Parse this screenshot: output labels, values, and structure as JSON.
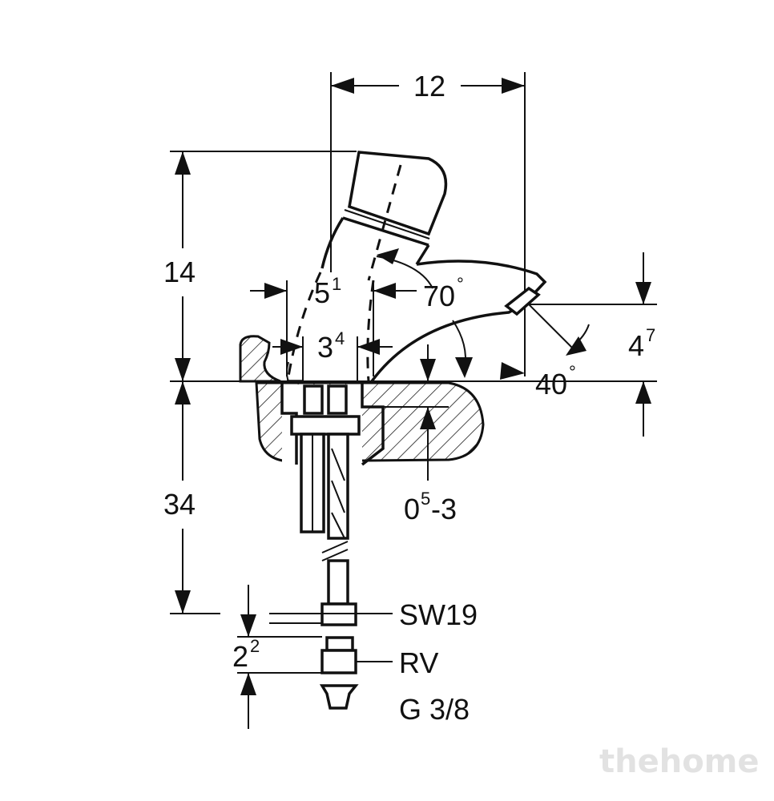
{
  "dimensions": {
    "width_top": "12",
    "height_upper": "14",
    "height_lower": "34",
    "spout_outer_main": "5",
    "spout_outer_sup": "1",
    "spout_inner_main": "3",
    "spout_inner_sup": "4",
    "angle_upper": "70",
    "angle_lower": "40",
    "right_height_main": "4",
    "right_height_sup": "7",
    "thickness_main": "0",
    "thickness_sup": "5",
    "thickness_suffix": "-3",
    "bottom_offset_main": "2",
    "bottom_offset_sup": "2"
  },
  "degree_symbol": "°",
  "labels": {
    "nut": "SW19",
    "valve": "RV",
    "thread": "G 3/8"
  },
  "watermark": "thehome"
}
